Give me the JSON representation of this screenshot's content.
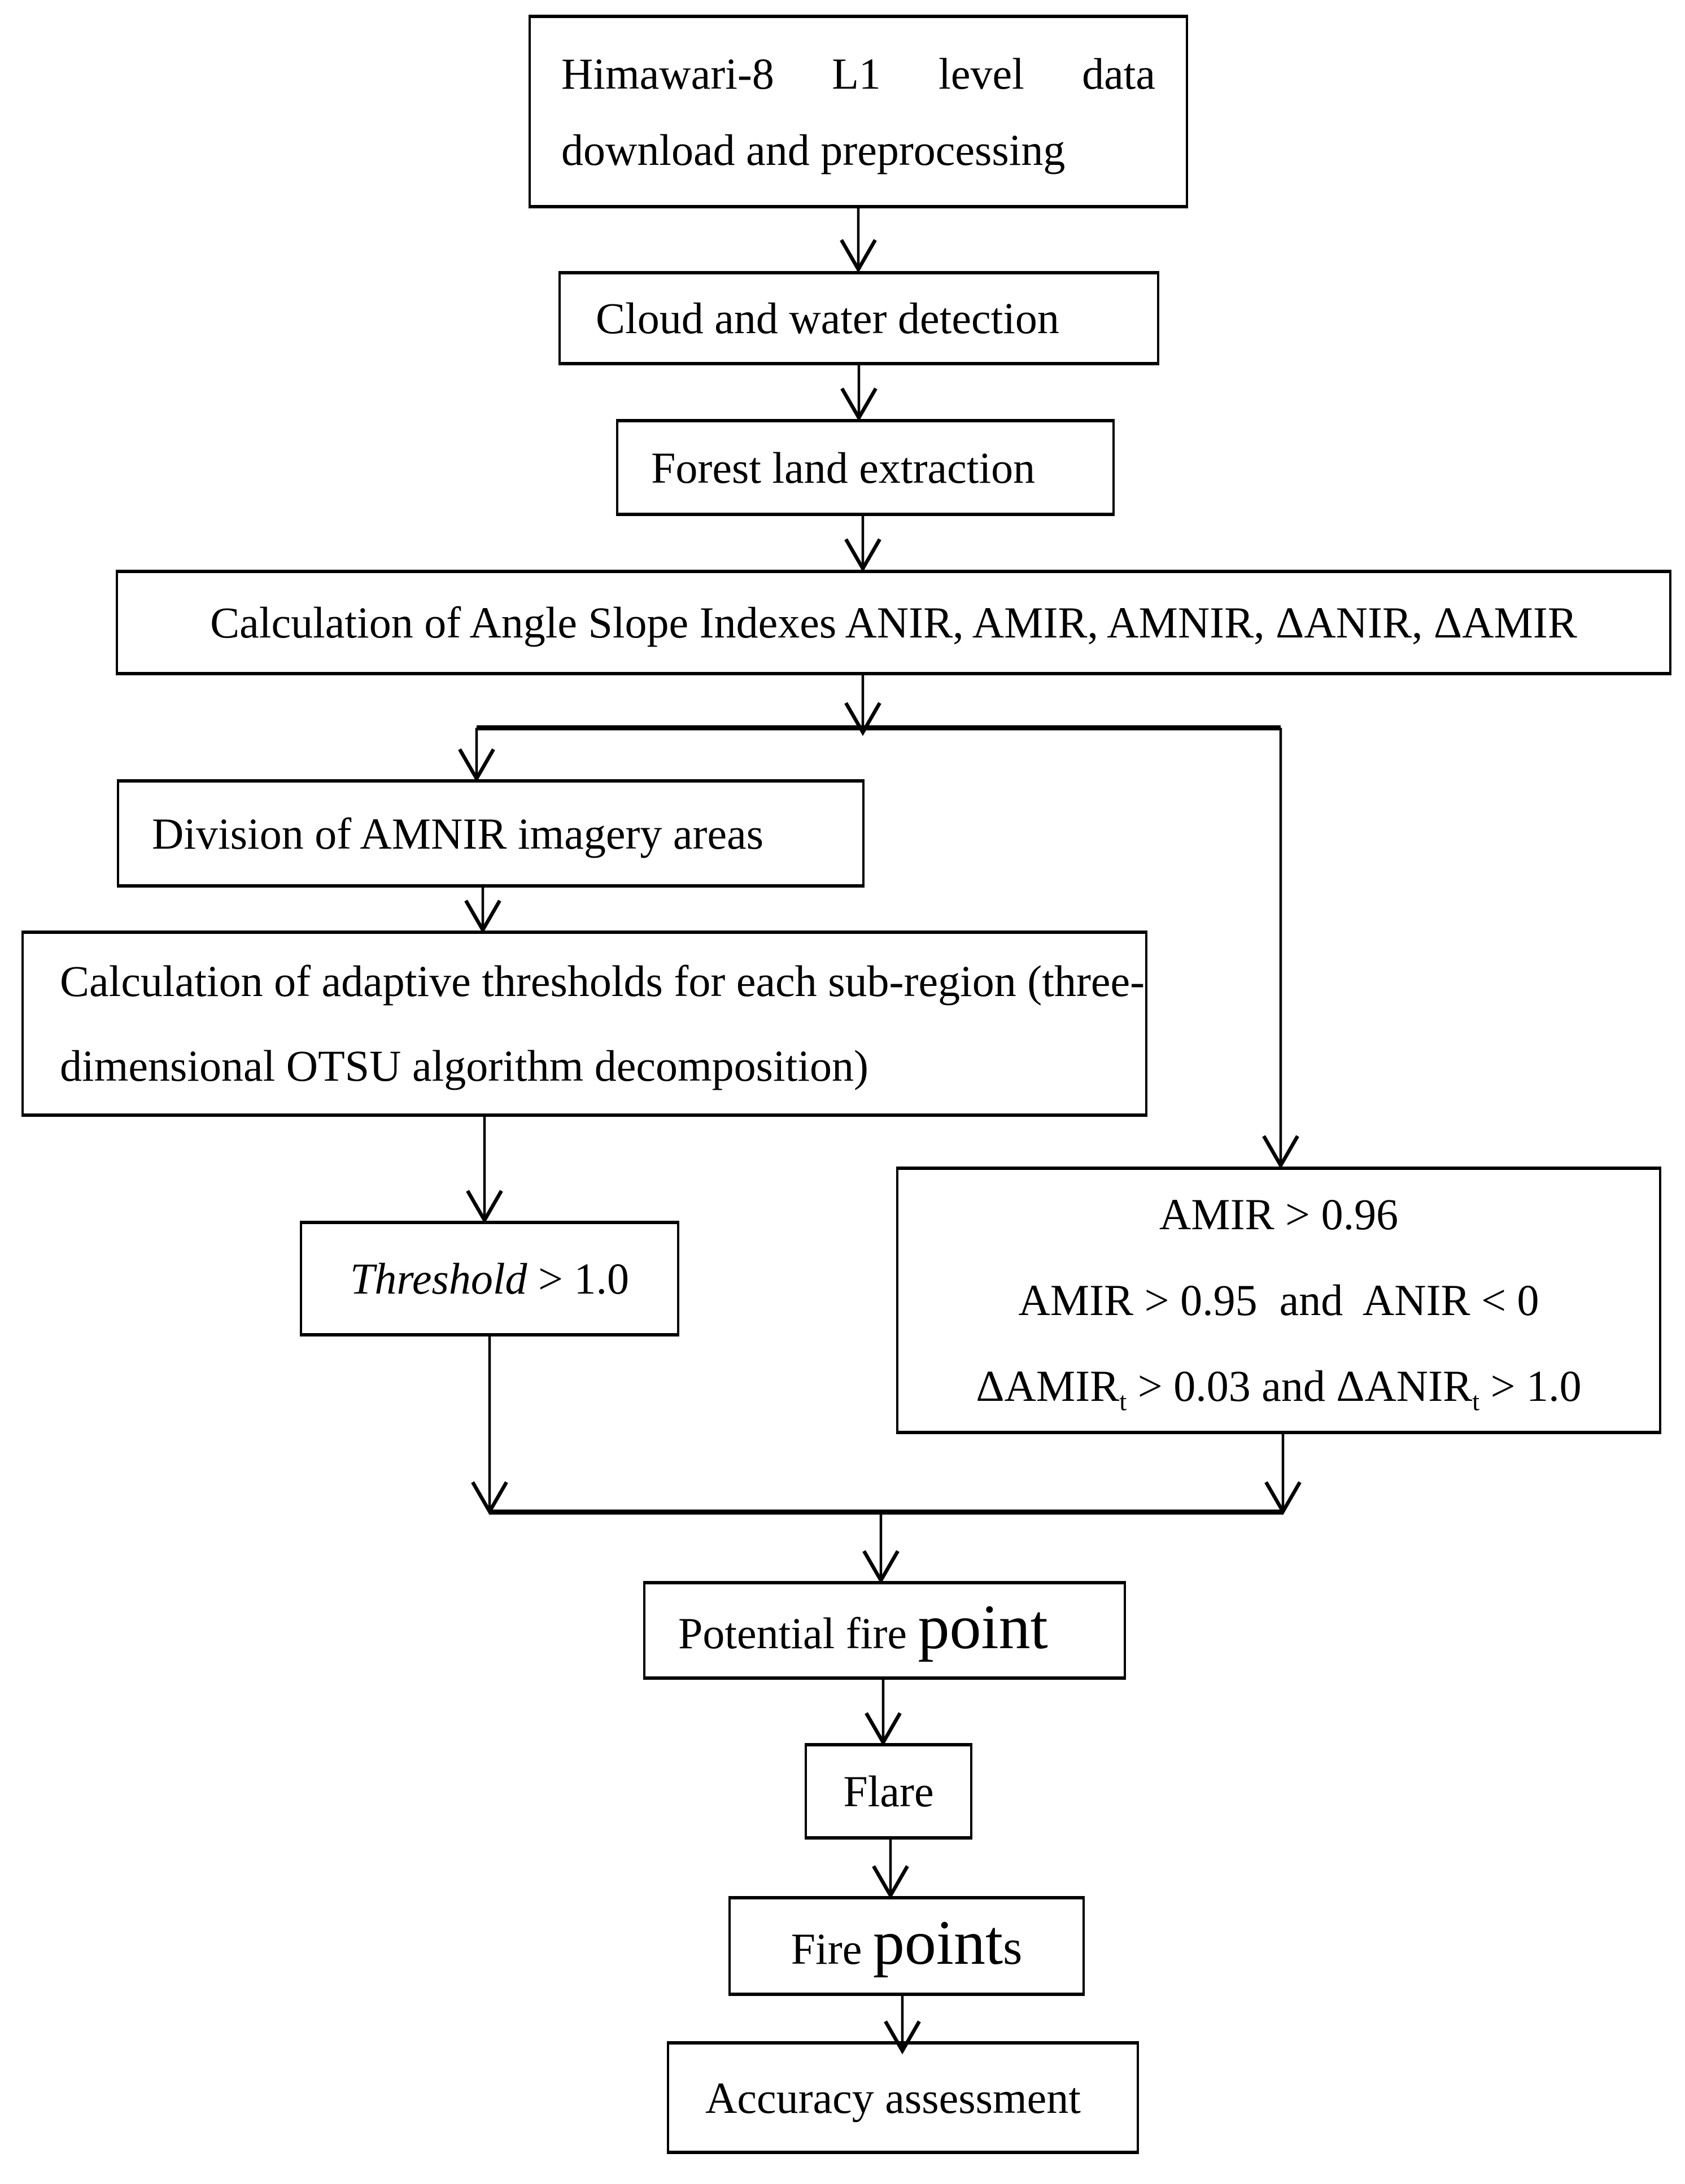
{
  "flowchart": {
    "background": "#ffffff",
    "stroke_color": "#000000",
    "nodes": {
      "himawari": {
        "line1_words": [
          "Himawari-8",
          "L1",
          "level",
          "data"
        ],
        "line2": "download and preprocessing"
      },
      "cloud_water": {
        "label": "Cloud and water detection"
      },
      "forest": {
        "label": "Forest land extraction"
      },
      "angle_slope": {
        "label": "Calculation of Angle Slope Indexes ANIR, AMIR, AMNIR, ΔANIR, ΔAMIR"
      },
      "division": {
        "label": "Division of AMNIR imagery areas"
      },
      "adaptive": {
        "line1": "Calculation of adaptive thresholds for each sub-region (three-",
        "line2": "dimensional OTSU algorithm decomposition)"
      },
      "threshold": {
        "italic": "Threshold",
        "rest": " > 1.0"
      },
      "conditions": {
        "line1": "AMIR > 0.96",
        "line2": "AMIR > 0.95  and  ANIR < 0",
        "line3_parts": [
          "ΔAMIR",
          "t",
          " > 0.03 and ΔANIR",
          "t",
          " > 1.0"
        ]
      },
      "potential_fire": {
        "prefix": "Potential fire ",
        "big": "point"
      },
      "flare": {
        "label": "Flare"
      },
      "fire_points": {
        "prefix": "Fire ",
        "big": "point",
        "suffix": "s"
      },
      "accuracy": {
        "label": "Accuracy assessment"
      }
    }
  }
}
